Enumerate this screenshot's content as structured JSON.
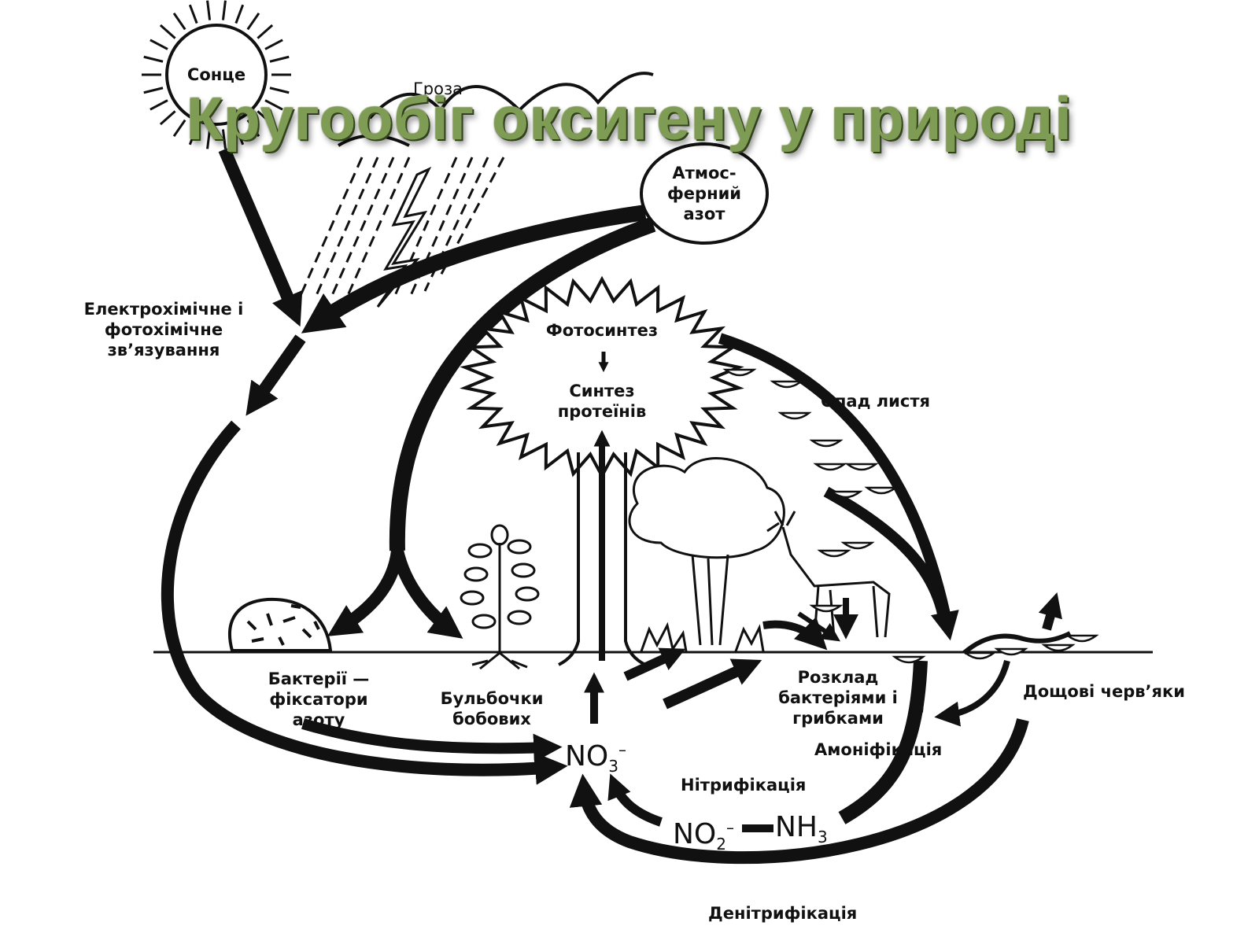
{
  "title": "Кругообіг оксигену у природі",
  "labels": {
    "sun": "Сонце",
    "storm": "Гроза",
    "atmospheric_nitrogen": "Атмос-\nферний\nазот",
    "electrochemical": "Електрохімічне і\nфотохімічне\nзв’язування",
    "photosynthesis": "Фотосинтез",
    "protein_synthesis": "Синтез\nпротеїнів",
    "leaf_fall": "Опад листя",
    "bacteria": "Бактерії —\nфіксатори\nазоту",
    "nodules": "Бульбочки\nбобових",
    "decomposition": "Розклад\nбактеріями і\nгрибками",
    "earthworms": "Дощові черв’яки",
    "ammonification": "Амоніфікація",
    "nitrification": "Нітрифікація",
    "denitrification": "Денітрифікація"
  },
  "formulas": {
    "nitrate": {
      "base": "NO",
      "sub": "3",
      "sup": "–"
    },
    "nitrite": {
      "base": "NO",
      "sub": "2",
      "sup": "–"
    },
    "ammonia": {
      "base": "NH",
      "sub": "3"
    }
  },
  "colors": {
    "title": "#7f9c54",
    "ink": "#111111",
    "background": "#ffffff"
  }
}
